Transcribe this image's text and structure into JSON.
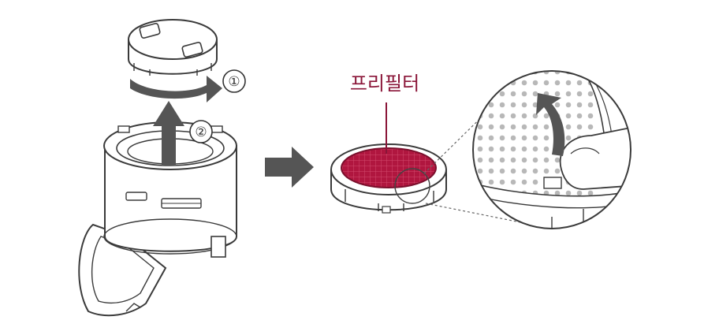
{
  "steps": {
    "step1": "①",
    "step2": "②"
  },
  "callout": {
    "label": "프리필터",
    "color": "#8a1538"
  },
  "colors": {
    "line": "#3a3a3a",
    "arrow": "#555555",
    "filter_fill": "#b0163f",
    "dots": "#b8b8b8"
  },
  "icons": {
    "rotate": "rotate-arrow-icon",
    "lift": "up-arrow-icon",
    "next": "right-arrow-icon",
    "lift_edge": "curved-arrow-icon"
  }
}
